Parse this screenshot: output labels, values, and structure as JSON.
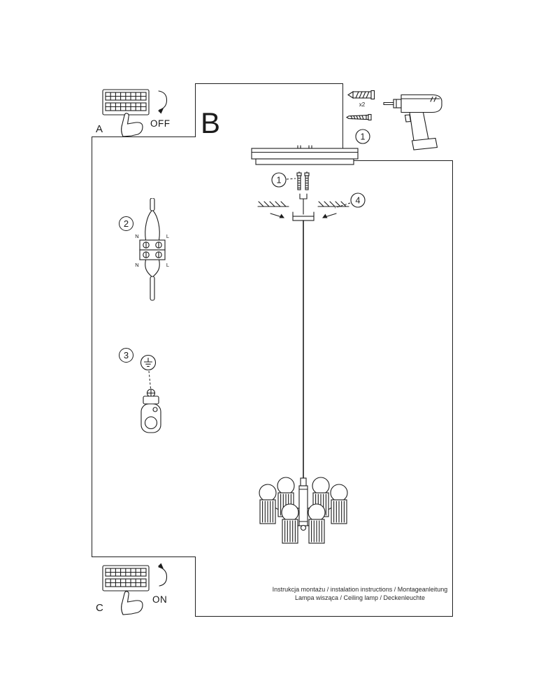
{
  "panels": {
    "a": {
      "label": "A",
      "switch_state": "OFF"
    },
    "b": {
      "label": "B"
    },
    "c": {
      "label": "C",
      "switch_state": "ON"
    }
  },
  "steps": {
    "tools_badge": "1",
    "canopy_badge": "1",
    "wiring_badge": "2",
    "ground_badge": "3",
    "bracket_badge": "4"
  },
  "tools": {
    "plug_quantity": "x2"
  },
  "wiring": {
    "n_top": "N",
    "l_top": "L",
    "n_bottom": "N",
    "l_bottom": "L"
  },
  "footer": {
    "line1": "Instrukcja montażu / instalation instructions / Montageanleitung",
    "line2": "Lampa wisząca / Ceiling lamp / Deckenleuchte"
  },
  "colors": {
    "ink": "#1c1c1c",
    "paper": "#ffffff"
  }
}
